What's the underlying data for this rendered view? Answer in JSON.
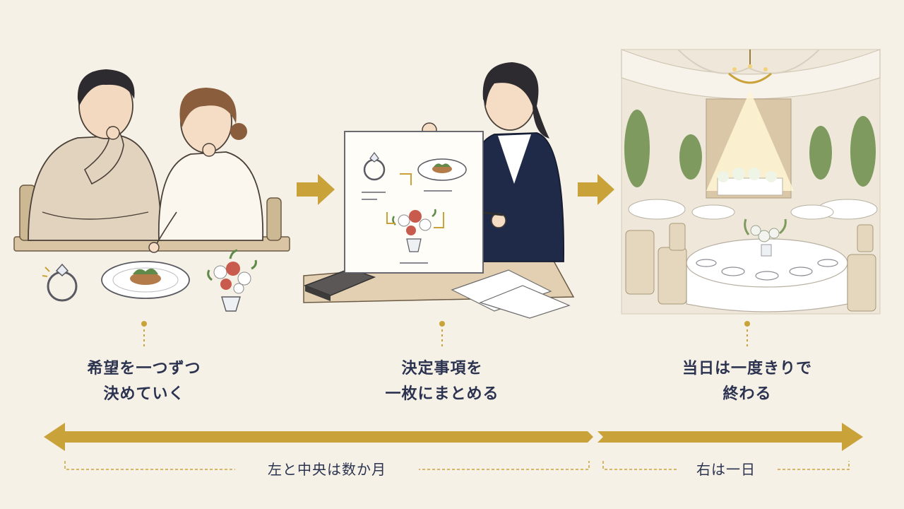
{
  "steps": [
    {
      "caption_line1": "希望を一つずつ",
      "caption_line2": "決めていく"
    },
    {
      "caption_line1": "決定事項を",
      "caption_line2": "一枚にまとめる"
    },
    {
      "caption_line1": "当日は一度きりで",
      "caption_line2": "終わる"
    }
  ],
  "timeline": {
    "left_range_label": "左と中央は数か月",
    "right_range_label": "右は一日"
  },
  "colors": {
    "background": "#f6f1e6",
    "accent_gold": "#c9a23a",
    "text_navy": "#2b3350"
  }
}
